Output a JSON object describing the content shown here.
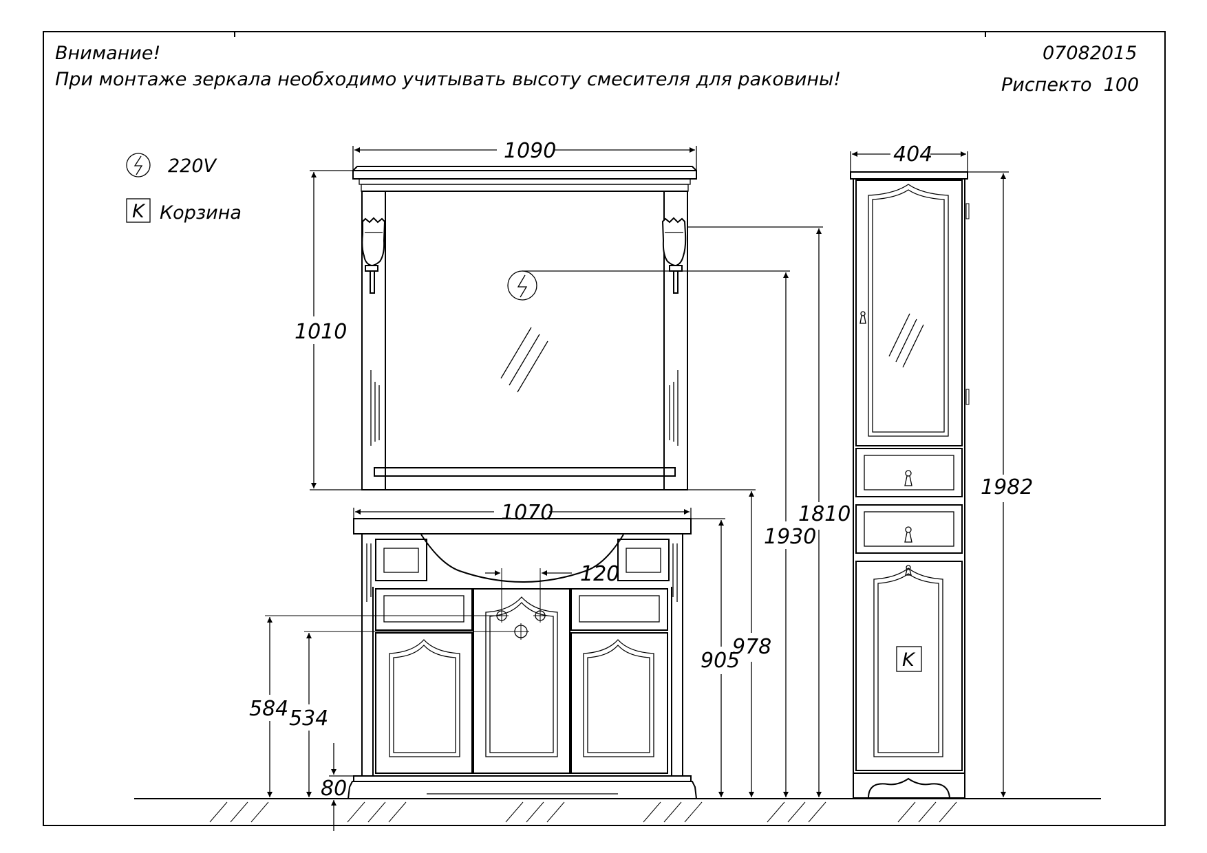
{
  "header": {
    "warning_title": "Внимание!",
    "warning_text": "При монтаже зеркала необходимо учитывать высоту смесителя для раковины!",
    "doc_number": "07082015",
    "product_name": "Риспекто  100"
  },
  "legend": {
    "power_label": "220V",
    "power_icon": "electric-outlet-icon",
    "basket_symbol": "K",
    "basket_label": "Корзина"
  },
  "dimensions": {
    "mirror_width": "1090",
    "mirror_height": "1010",
    "vanity_width": "1070",
    "tap_spacing": "120",
    "cabinet_width": "404",
    "cabinet_height": "1982",
    "lamp_height": "1810",
    "outlet_height": "1930",
    "mirror_bottom_height": "978",
    "vanity_height": "905",
    "supply_height_1": "584",
    "supply_height_2": "534",
    "plinth_height": "80"
  },
  "symbols": {
    "cabinet_basket_mark": "K"
  }
}
